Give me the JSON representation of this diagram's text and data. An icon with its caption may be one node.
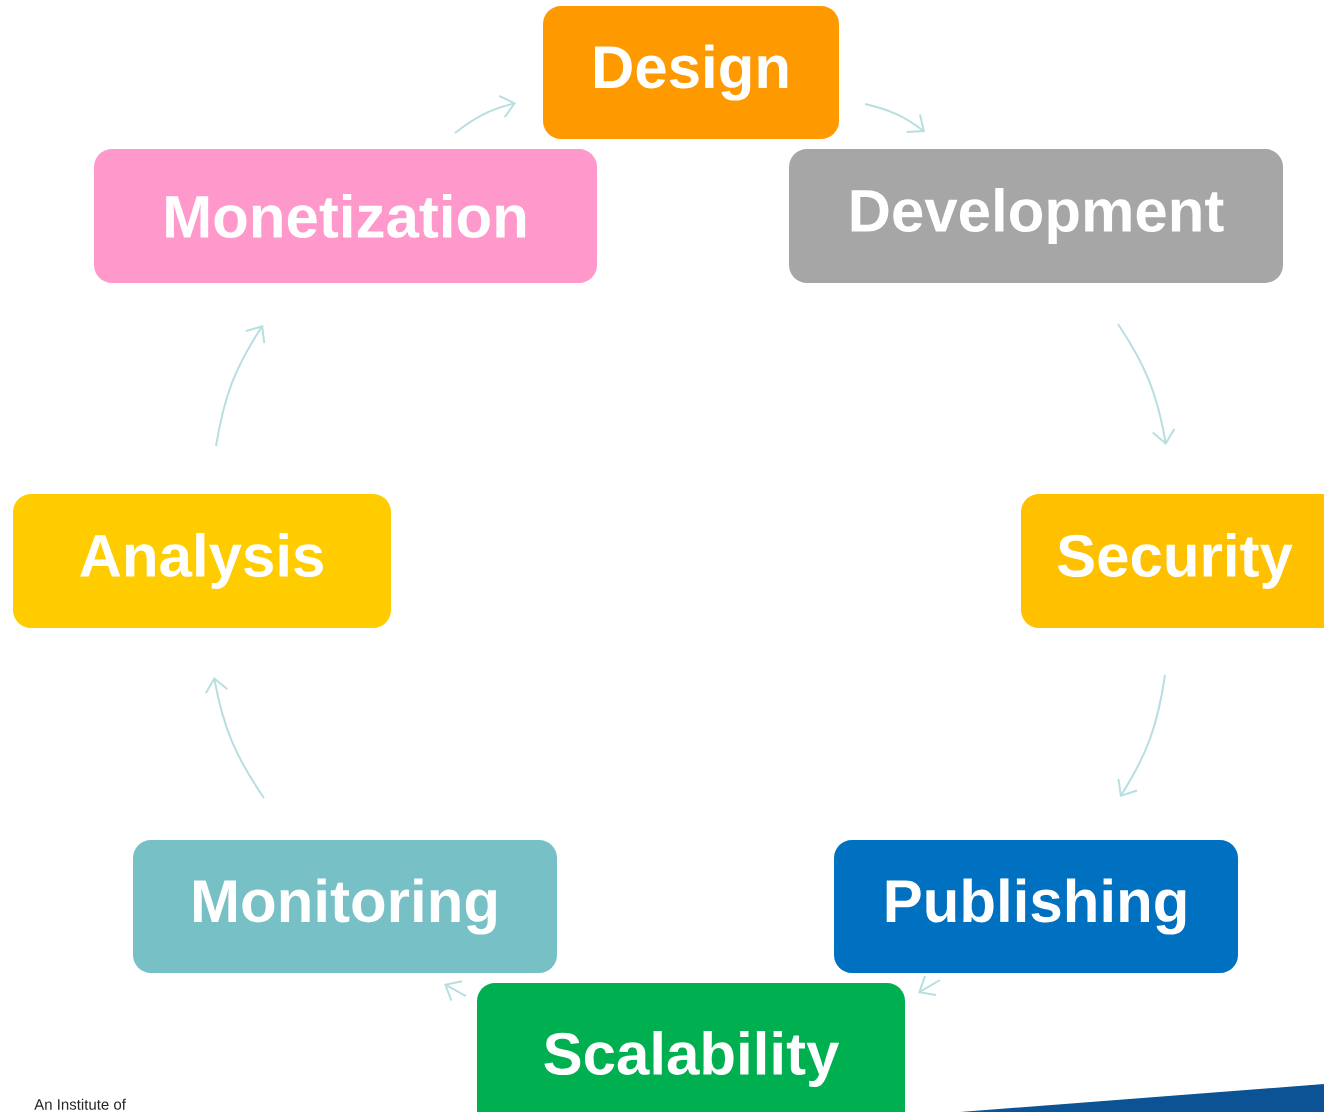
{
  "diagram": {
    "nodes": [
      {
        "text": [
          "Design"
        ]
      },
      {
        "text": [
          "Monetization"
        ]
      },
      {
        "text": [
          "Development"
        ]
      },
      {
        "text": [
          "Analysis"
        ]
      },
      {
        "text": [
          "Security"
        ]
      },
      {
        "text": [
          "Monitoring"
        ]
      },
      {
        "text": [
          "Publishing"
        ]
      },
      {
        "text": [
          "Scalability"
        ]
      }
    ],
    "edges": [
      {
        "from": 0,
        "to": 2,
        "arrow": "to"
      },
      {
        "from": 2,
        "to": 4,
        "arrow": "to"
      },
      {
        "from": 4,
        "to": 6,
        "arrow": "to"
      },
      {
        "from": 6,
        "to": 7,
        "arrow": "to"
      },
      {
        "from": 7,
        "to": 5,
        "arrow": "to"
      },
      {
        "from": 5,
        "to": 3,
        "arrow": "to"
      },
      {
        "from": 3,
        "to": 1,
        "arrow": "to"
      },
      {
        "from": 1,
        "to": 0,
        "arrow": "to"
      }
    ],
    "labels": [
      "An Institute of"
    ]
  }
}
